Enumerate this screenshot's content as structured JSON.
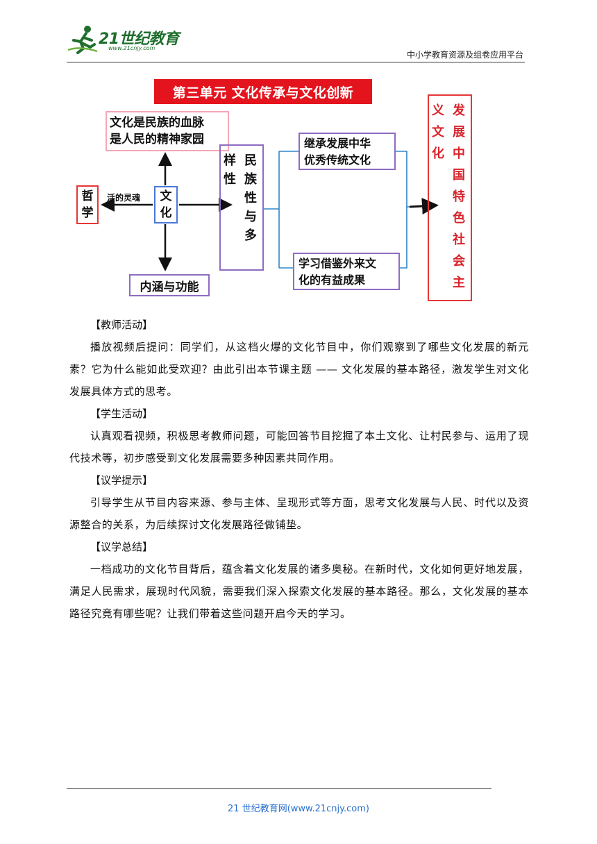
{
  "header": {
    "logo_text": "21世纪教育",
    "logo_url": "www.21cnjy.com",
    "right_text": "中小学教育资源及组卷应用平台"
  },
  "diagram": {
    "title": "第三单元  文化传承与文化创新",
    "top_box": [
      "文化是民族的血脉",
      "是人民的精神家园"
    ],
    "philosophy": [
      "哲",
      "学"
    ],
    "soul_label": "活的灵魂",
    "culture": [
      "文",
      "化"
    ],
    "bottom_box": "内涵与功能",
    "minzu_col_right": [
      "民",
      "族",
      "性",
      "与",
      "多"
    ],
    "minzu_col_left": [
      "样",
      "性"
    ],
    "inherit_box": [
      "继承发展中华",
      "优秀传统文化"
    ],
    "learn_box": [
      "学习借鉴外来文",
      "化的有益成果"
    ],
    "socialist_col_right": [
      "发",
      "展",
      "中",
      "国",
      "特",
      "色",
      "社",
      "会",
      "主"
    ],
    "socialist_col_left": [
      "义",
      "文",
      "化"
    ],
    "colors": {
      "title_bg": "#e4141e",
      "pink": "#f5a7b6",
      "purple": "#8e6cc1",
      "red": "#e63636",
      "blue": "#4a78d8",
      "connector": "#2e86c9"
    }
  },
  "sections": [
    {
      "heading": "【教师活动】",
      "text": "播放视频后提问：同学们，从这档火爆的文化节目中，你们观察到了哪些文化发展的新元素？它为什么能如此受欢迎？由此引出本节课主题 —— 文化发展的基本路径，激发学生对文化发展具体方式的思考。"
    },
    {
      "heading": "【学生活动】",
      "text": "认真观看视频，积极思考教师问题，可能回答节目挖掘了本土文化、让村民参与、运用了现代技术等，初步感受到文化发展需要多种因素共同作用。"
    },
    {
      "heading": "【议学提示】",
      "text": "引导学生从节目内容来源、参与主体、呈现形式等方面，思考文化发展与人民、时代以及资源整合的关系，为后续探讨文化发展路径做铺垫。"
    },
    {
      "heading": "【议学总结】",
      "text": "一档成功的文化节目背后，蕴含着文化发展的诸多奥秘。在新时代，文化如何更好地发展，满足人民需求，展现时代风貌，需要我们深入探索文化发展的基本路径。那么，文化发展的基本路径究竟有哪些呢？让我们带着这些问题开启今天的学习。"
    }
  ],
  "footer": {
    "text": "21 世纪教育网(www.21cnjy.com)"
  }
}
